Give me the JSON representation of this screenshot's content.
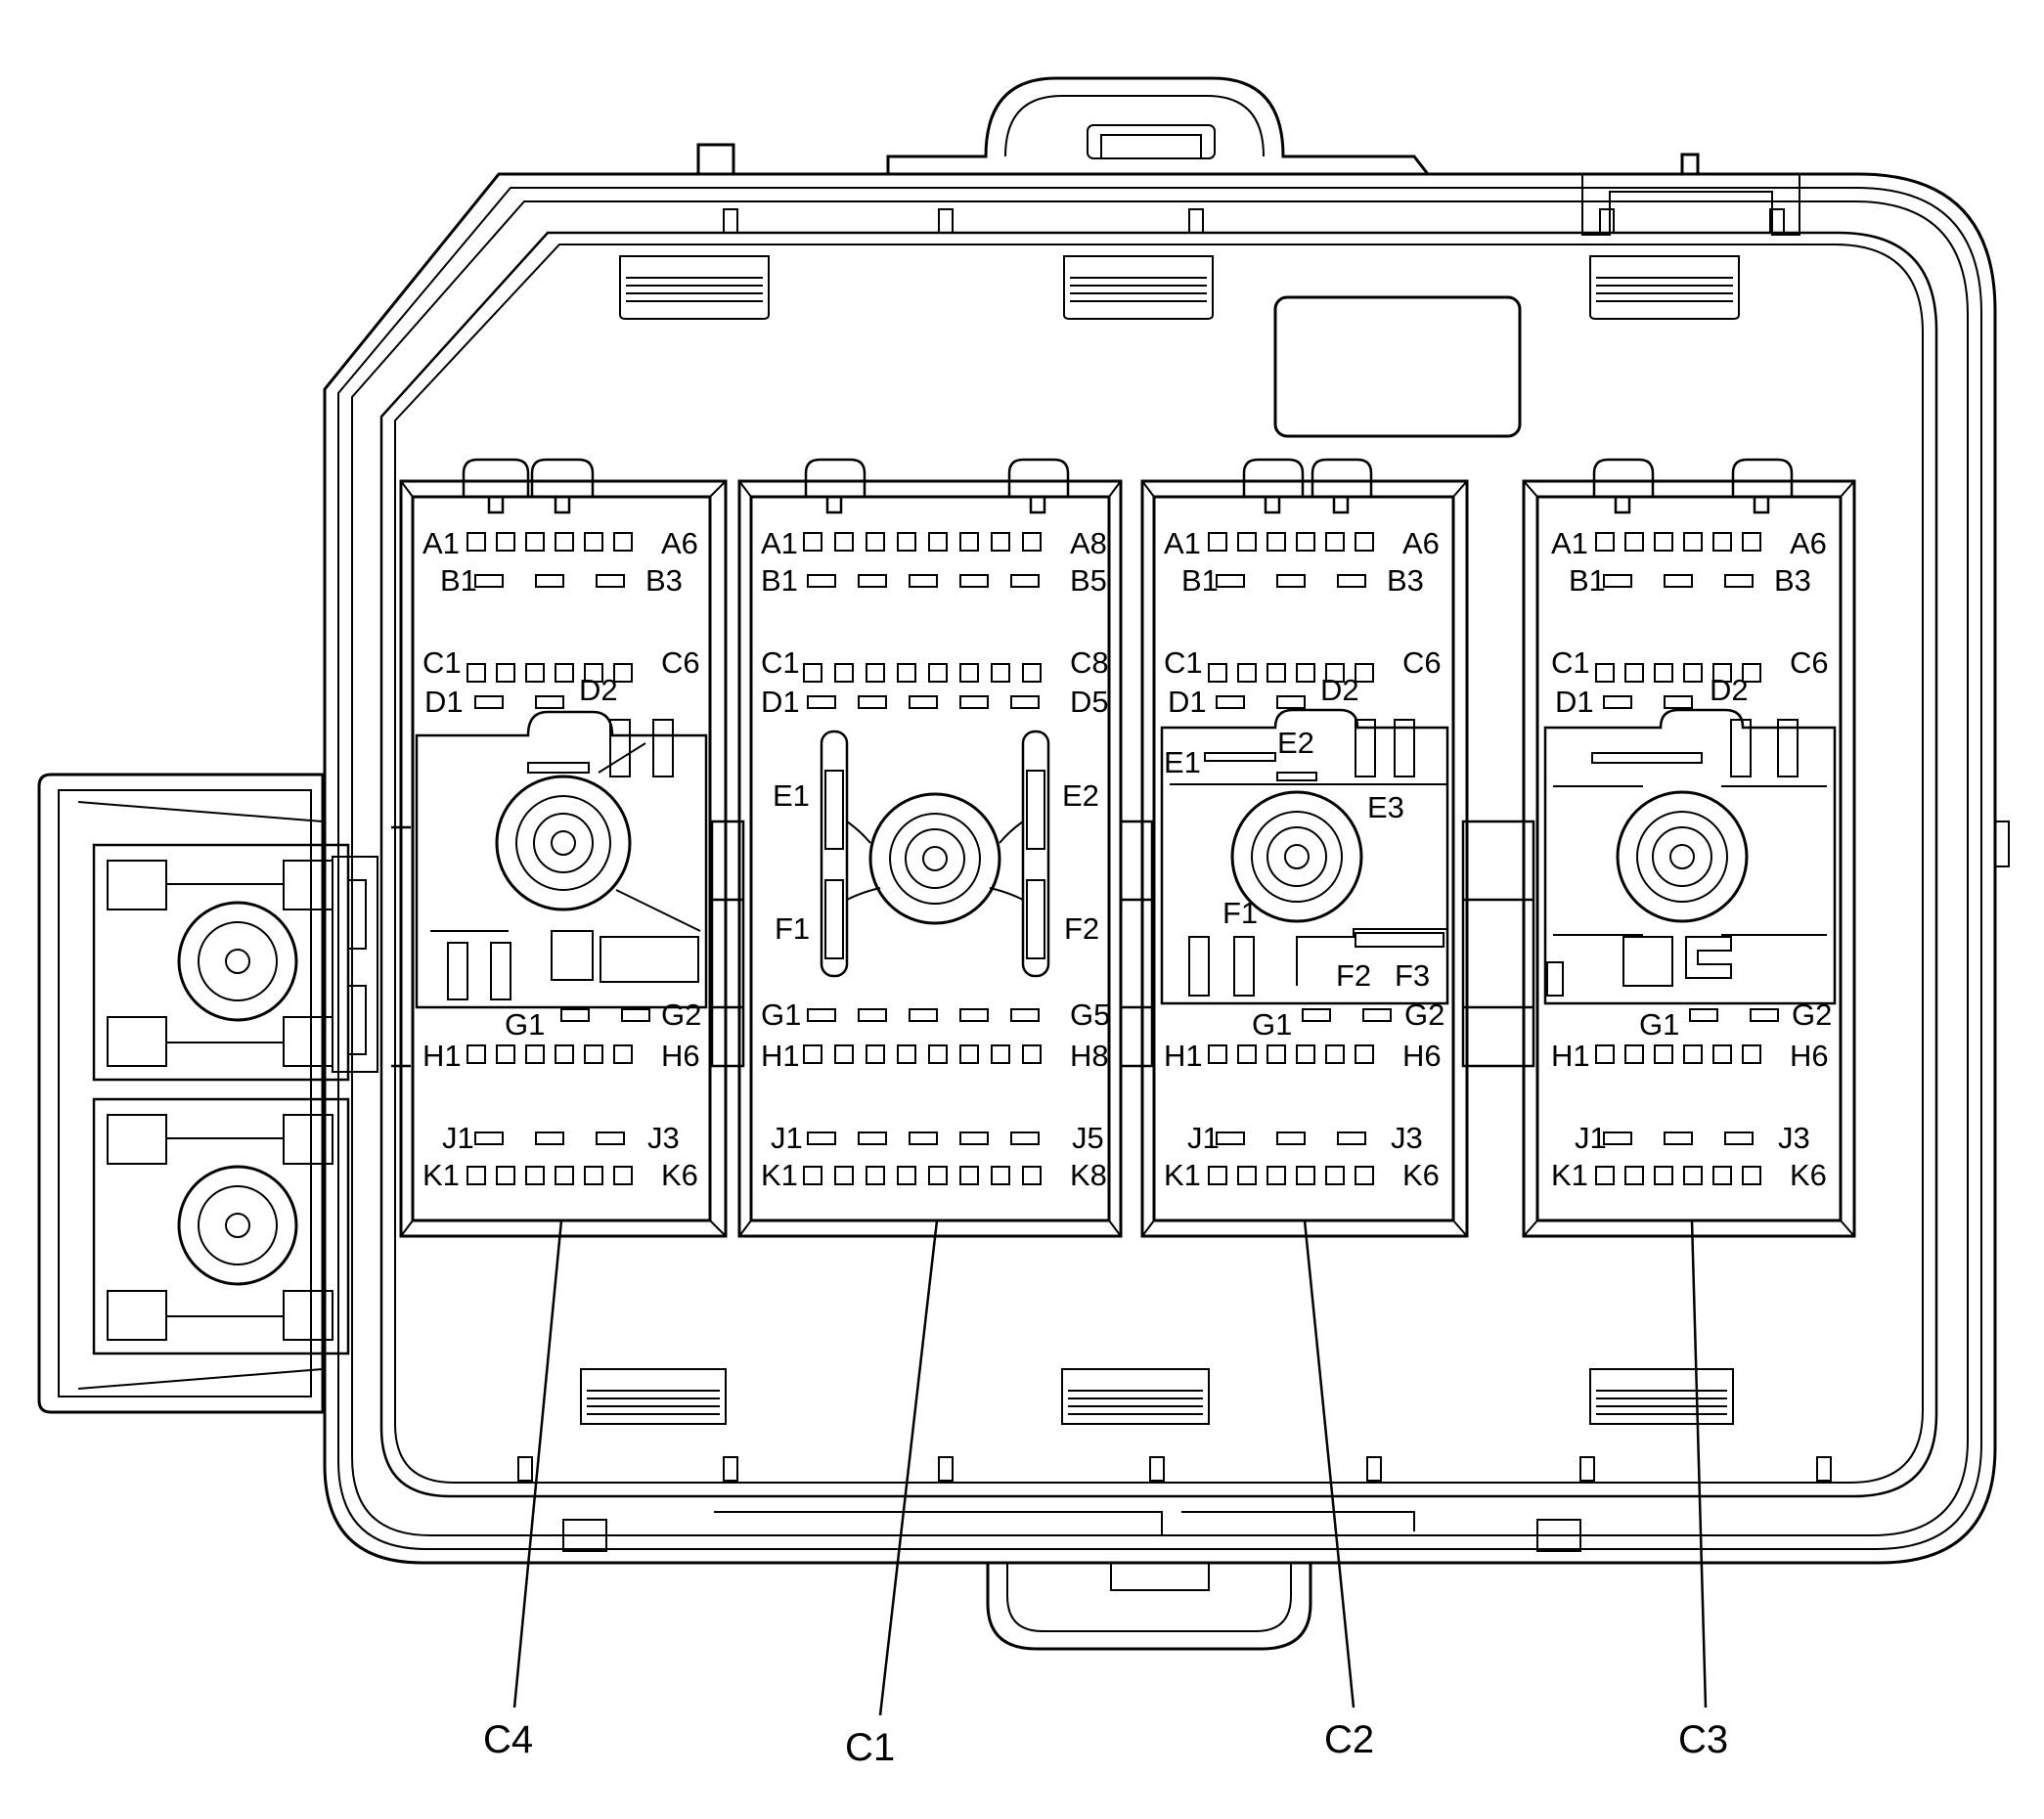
{
  "colors": {
    "line": "#000000",
    "background": "#ffffff"
  },
  "callouts": [
    {
      "id": "C4",
      "label": "C4"
    },
    {
      "id": "C1",
      "label": "C1"
    },
    {
      "id": "C2",
      "label": "C2"
    },
    {
      "id": "C3",
      "label": "C3"
    }
  ],
  "connectors": [
    {
      "id": "C4",
      "labels": [
        "A1",
        "A6",
        "B1",
        "B3",
        "C1",
        "C6",
        "D1",
        "D2",
        "G1",
        "G2",
        "H1",
        "H6",
        "J1",
        "J3",
        "K1",
        "K6"
      ]
    },
    {
      "id": "C1",
      "labels": [
        "A1",
        "A8",
        "B1",
        "B5",
        "C1",
        "C8",
        "D1",
        "D5",
        "E1",
        "E2",
        "F1",
        "F2",
        "G1",
        "G5",
        "H1",
        "H8",
        "J1",
        "J5",
        "K1",
        "K8"
      ]
    },
    {
      "id": "C2",
      "labels": [
        "A1",
        "A6",
        "B1",
        "B3",
        "C1",
        "C6",
        "D1",
        "D2",
        "E1",
        "E2",
        "E3",
        "F1",
        "F2",
        "F3",
        "G1",
        "G2",
        "H1",
        "H6",
        "J1",
        "J3",
        "K1",
        "K6"
      ]
    },
    {
      "id": "C3",
      "labels": [
        "A1",
        "A6",
        "B1",
        "B3",
        "C1",
        "C6",
        "D1",
        "D2",
        "G1",
        "G2",
        "H1",
        "H6",
        "J1",
        "J3",
        "K1",
        "K6"
      ]
    }
  ]
}
